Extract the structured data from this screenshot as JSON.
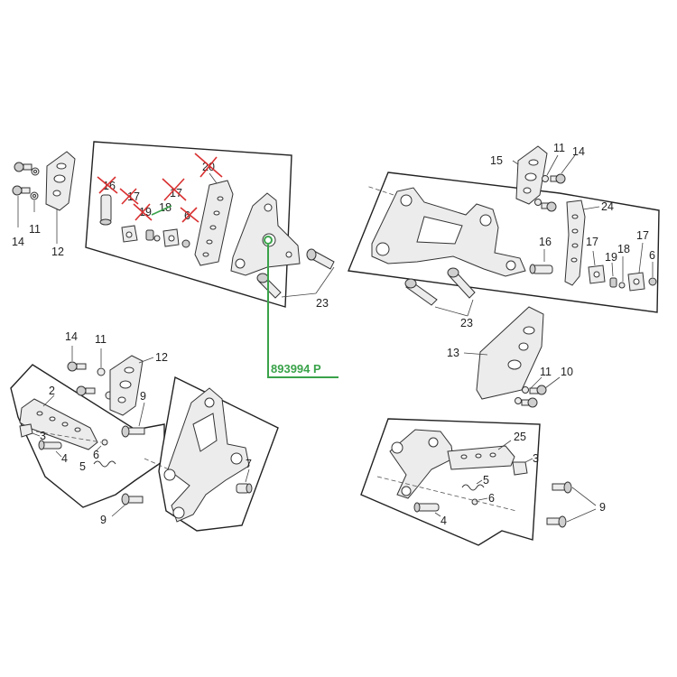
{
  "colors": {
    "background": "#ffffff",
    "outline": "#222222",
    "callout_green": "#3aa34a",
    "cross_red": "#d93030"
  },
  "callout": {
    "code": "893994 P"
  },
  "panel_top_left": {
    "labels": {
      "p14": "14",
      "p11": "11",
      "p12": "12",
      "p20": "20",
      "p16": "16",
      "p17": "17",
      "p19": "19",
      "p18": "18",
      "p6": "6",
      "p23": "23"
    }
  },
  "panel_top_right": {
    "labels": {
      "p15": "15",
      "p11": "11",
      "p14": "14",
      "p24": "24",
      "p16": "16",
      "p17a": "17",
      "p18": "18",
      "p19": "19",
      "p17b": "17",
      "p6": "6",
      "p23": "23"
    }
  },
  "panel_mid_right": {
    "labels": {
      "p13": "13",
      "p11": "11",
      "p10": "10"
    }
  },
  "panel_bottom_left": {
    "labels": {
      "p14": "14",
      "p11": "11",
      "p12": "12",
      "p2": "2",
      "p9a": "9",
      "p3": "3",
      "p6": "6",
      "p4": "4",
      "p5": "5",
      "p7": "7",
      "p9b": "9"
    }
  },
  "panel_bottom_right": {
    "labels": {
      "p25": "25",
      "p3": "3",
      "p5": "5",
      "p6": "6",
      "p4": "4",
      "p9": "9"
    }
  }
}
